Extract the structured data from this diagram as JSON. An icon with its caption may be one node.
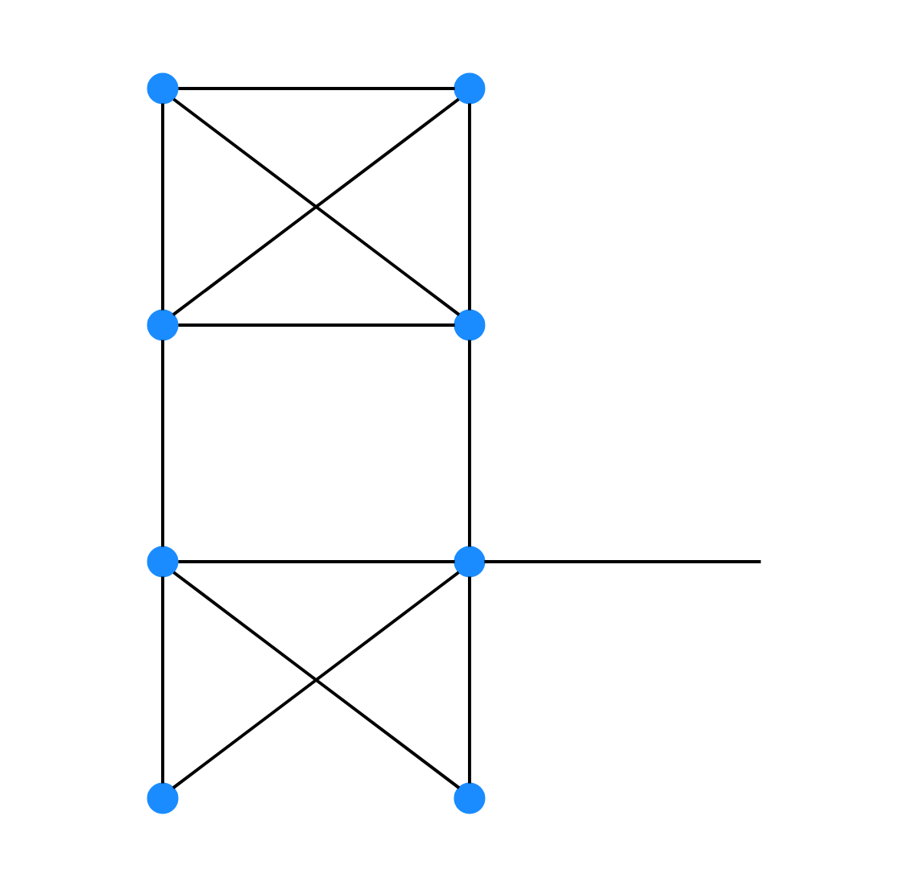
{
  "diagram": {
    "nodes": [
      {
        "text": [],
        "shape": "circle"
      },
      {
        "text": [],
        "shape": "circle"
      },
      {
        "text": [],
        "shape": "circle"
      },
      {
        "text": [],
        "shape": "circle"
      },
      {
        "text": [],
        "shape": "circle"
      },
      {
        "text": [],
        "shape": "circle"
      },
      {
        "text": [],
        "shape": "circle"
      },
      {
        "text": [],
        "shape": "circle"
      }
    ],
    "edges": [
      {
        "from": 0,
        "to": 1,
        "arrow": "none"
      },
      {
        "from": 0,
        "to": 2,
        "arrow": "none"
      },
      {
        "from": 0,
        "to": 3,
        "arrow": "none"
      },
      {
        "from": 1,
        "to": 2,
        "arrow": "none"
      },
      {
        "from": 1,
        "to": 3,
        "arrow": "none"
      },
      {
        "from": 2,
        "to": 3,
        "arrow": "none"
      },
      {
        "from": 2,
        "to": 4,
        "arrow": "none"
      },
      {
        "from": 3,
        "to": 5,
        "arrow": "none"
      },
      {
        "from": 4,
        "to": 5,
        "arrow": "none"
      },
      {
        "from": 4,
        "to": 6,
        "arrow": "none"
      },
      {
        "from": 4,
        "to": 7,
        "arrow": "none"
      },
      {
        "from": 5,
        "to": 6,
        "arrow": "none"
      },
      {
        "from": 5,
        "to": 7,
        "arrow": "none"
      },
      {
        "from": 5,
        "to": null,
        "arrow": "none"
      }
    ]
  }
}
